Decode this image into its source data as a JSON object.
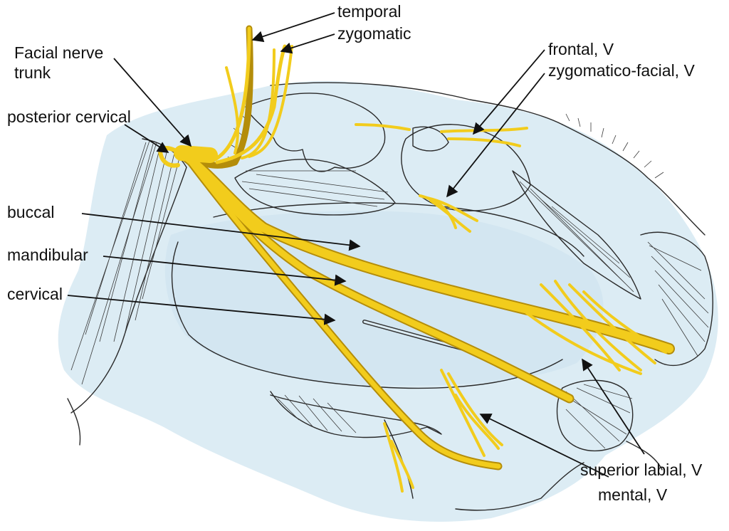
{
  "labels": {
    "temporal": "temporal",
    "zygomatic": "zygomatic",
    "facial_nerve_trunk_line1": "Facial nerve",
    "facial_nerve_trunk_line2": "trunk",
    "posterior_cervical": "posterior cervical",
    "frontal_v": "frontal, V",
    "zygomatico_facial_v": "zygomatico-facial, V",
    "buccal": "buccal",
    "mandibular": "mandibular",
    "cervical": "cervical",
    "superior_labial_v": "superior labial, V",
    "mental_v": "mental, V"
  },
  "colors": {
    "nerve": "#f2cc1c",
    "nerve_edge": "#b48d0a",
    "tissue": "#dcecf4",
    "tissue_dark": "#c9e1ee",
    "outline": "#2a2a2a"
  }
}
